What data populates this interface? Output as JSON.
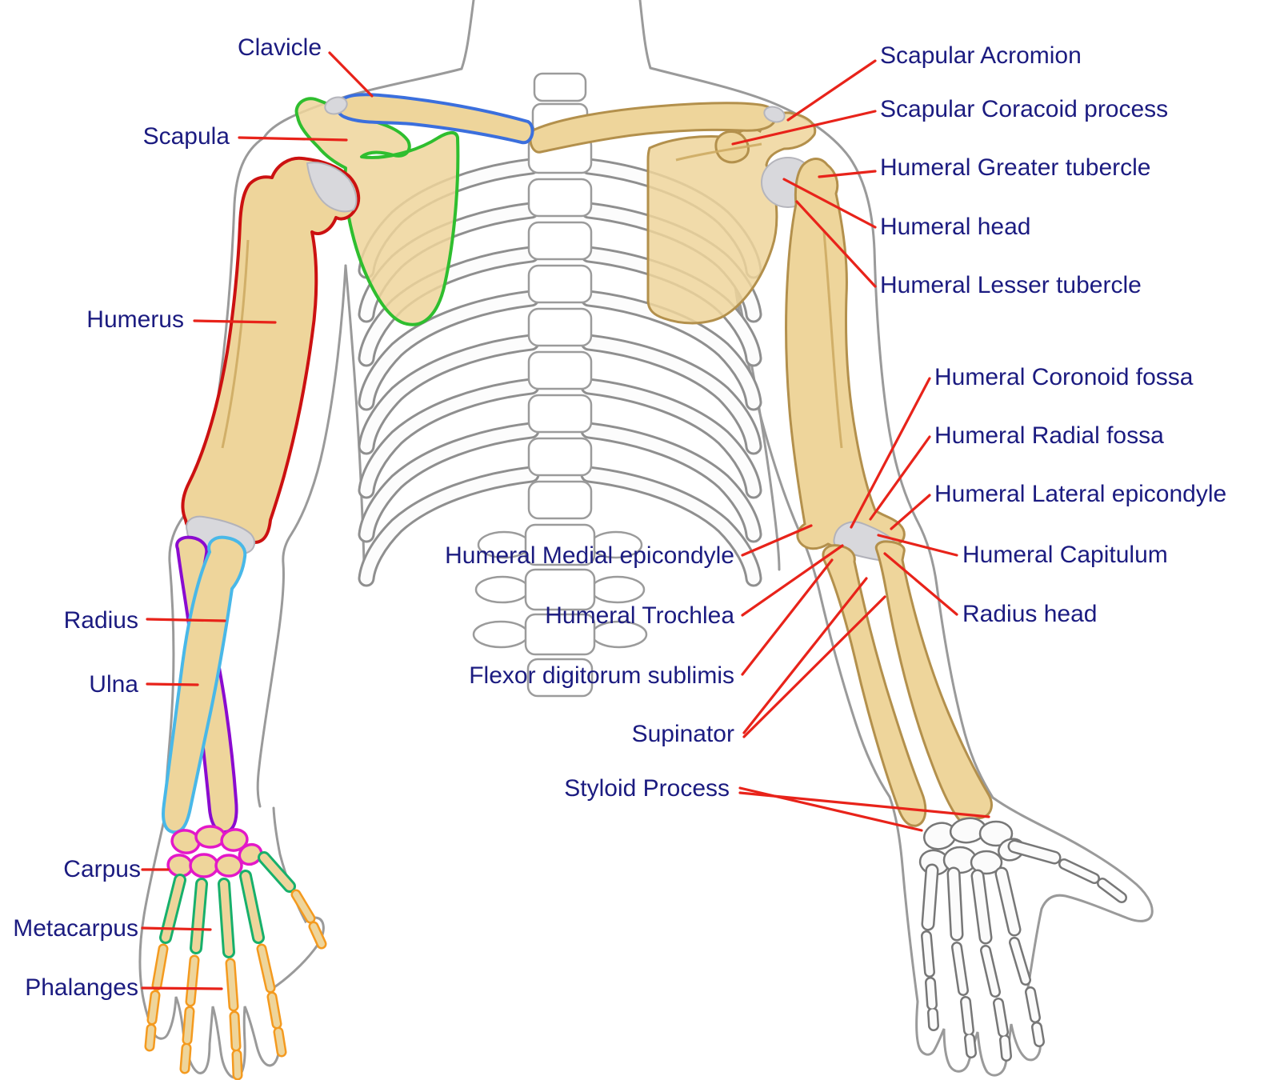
{
  "figure": {
    "type": "anatomical-diagram",
    "subject": "Human arm and shoulder bones with labeled anatomy",
    "colors": {
      "label_text": "#1b1b80",
      "leader_line": "#e8231a",
      "bone_fill": "#eed59b",
      "bone_outline": "#b3904c",
      "cartilage_fill": "#d8d8dc",
      "body_outline": "#9a9a9a",
      "clavicle_outline": "#3b6fdd",
      "scapula_outline": "#2fbe2f",
      "humerus_outline": "#cc1111",
      "radius_outline": "#8a0bd0",
      "ulna_outline": "#49b8e8",
      "carpus_outline": "#e318c8",
      "metacarpus_outline": "#17b06b",
      "phalanges_outline": "#f49a1f"
    },
    "labels": {
      "clavicle": "Clavicle",
      "scapula": "Scapula",
      "humerus": "Humerus",
      "radius": "Radius",
      "ulna": "Ulna",
      "carpus": "Carpus",
      "metacarpus": "Metacarpus",
      "phalanges": "Phalanges",
      "scapular_acromion": "Scapular Acromion",
      "scapular_coracoid": "Scapular Coracoid process",
      "humeral_greater_tubercle": "Humeral Greater tubercle",
      "humeral_head": "Humeral head",
      "humeral_lesser_tubercle": "Humeral Lesser tubercle",
      "humeral_coronoid_fossa": "Humeral Coronoid fossa",
      "humeral_radial_fossa": "Humeral Radial fossa",
      "humeral_lateral_epicondyle": "Humeral Lateral epicondyle",
      "humeral_capitulum": "Humeral Capitulum",
      "radius_head": "Radius head",
      "humeral_medial_epicondyle": "Humeral Medial epicondyle",
      "humeral_trochlea": "Humeral Trochlea",
      "flexor_digitorum_sublimis": "Flexor digitorum sublimis",
      "supinator": "Supinator",
      "styloid_process": "Styloid Process"
    }
  }
}
